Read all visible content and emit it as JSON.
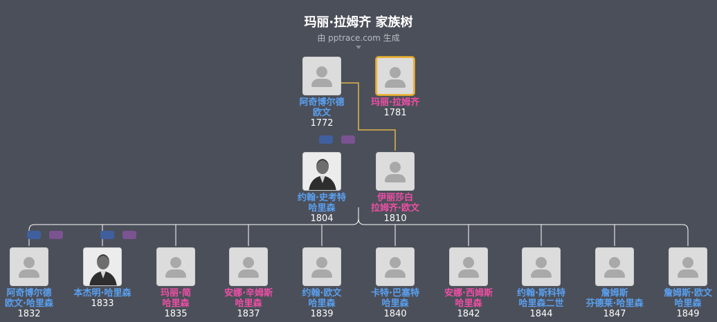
{
  "title": "玛丽·拉姆齐 家族树",
  "subtitle": "由 pptrace.com 生成",
  "colors": {
    "male": "#5aa0f0",
    "female": "#ef4fa6",
    "highlight": "#e8b23c",
    "background": "#4b4f59"
  },
  "people": {
    "archibald": {
      "name": [
        "阿奇博尔德",
        "欧文"
      ],
      "year": "1772",
      "gender": "male",
      "icon": "person-placeholder-icon"
    },
    "mary_ramsay": {
      "name": [
        "玛丽·拉姆齐"
      ],
      "year": "1781",
      "gender": "female",
      "icon": "person-placeholder-icon",
      "selected": true
    },
    "john_scott": {
      "name": [
        "约翰·史考特",
        "哈里森"
      ],
      "year": "1804",
      "gender": "male",
      "icon": "portrait-photo"
    },
    "elizabeth": {
      "name": [
        "伊丽莎白",
        "拉姆齐·欧文"
      ],
      "year": "1810",
      "gender": "female",
      "icon": "person-placeholder-icon"
    },
    "c1": {
      "name": [
        "阿奇博尔德",
        "欧文·哈里森"
      ],
      "year": "1832",
      "gender": "male",
      "icon": "person-placeholder-icon"
    },
    "c2": {
      "name": [
        "本杰明·哈里森"
      ],
      "year": "1833",
      "gender": "male",
      "icon": "portrait-photo"
    },
    "c3": {
      "name": [
        "玛丽·简",
        "哈里森"
      ],
      "year": "1835",
      "gender": "female",
      "icon": "person-placeholder-icon"
    },
    "c4": {
      "name": [
        "安娜·辛姆斯",
        "哈里森"
      ],
      "year": "1837",
      "gender": "female",
      "icon": "person-placeholder-icon"
    },
    "c5": {
      "name": [
        "约翰·欧文",
        "哈里森"
      ],
      "year": "1839",
      "gender": "male",
      "icon": "person-placeholder-icon"
    },
    "c6": {
      "name": [
        "卡特·巴塞特",
        "哈里森"
      ],
      "year": "1840",
      "gender": "male",
      "icon": "person-placeholder-icon"
    },
    "c7": {
      "name": [
        "安娜·西姆斯",
        "哈里森"
      ],
      "year": "1842",
      "gender": "female",
      "icon": "person-placeholder-icon"
    },
    "c8": {
      "name": [
        "约翰·斯科特",
        "哈里森二世"
      ],
      "year": "1844",
      "gender": "male",
      "icon": "person-placeholder-icon"
    },
    "c9": {
      "name": [
        "詹姆斯",
        "芬德莱·哈里森"
      ],
      "year": "1847",
      "gender": "male",
      "icon": "person-placeholder-icon"
    },
    "c10": {
      "name": [
        "詹姆斯·欧文",
        "哈里森"
      ],
      "year": "1849",
      "gender": "male",
      "icon": "person-placeholder-icon"
    }
  }
}
